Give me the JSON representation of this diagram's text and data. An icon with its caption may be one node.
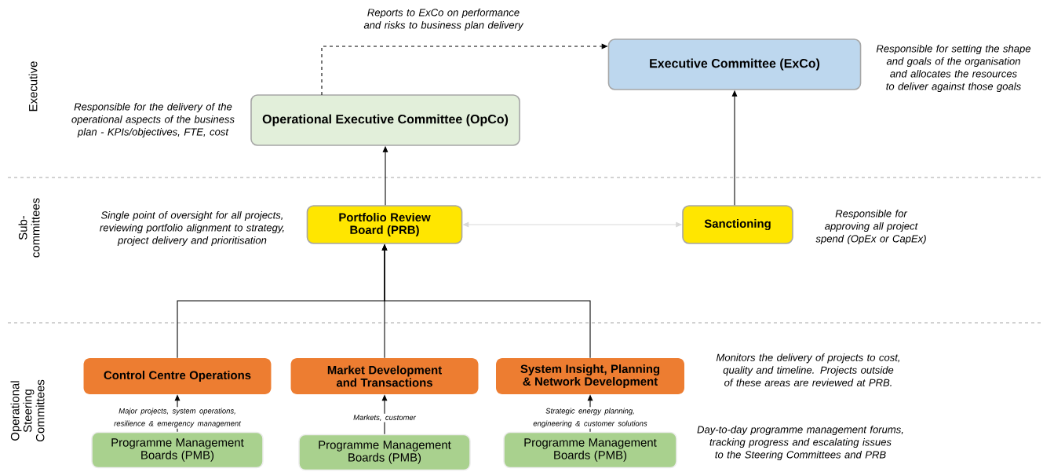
{
  "diagram": {
    "nodes": [
      {
        "text": [
          "Operational Executive Committee (OpCo)"
        ],
        "beside": [
          "Responsible for the delivery of the operational aspects of the business plan - KPIs/objectives, FTE, cost"
        ]
      },
      {
        "text": [
          "Executive Committee (ExCo)"
        ],
        "beside": [
          "Responsible for setting the shape and goals of the organisation and allocates the resources to deliver against those goals"
        ]
      },
      {
        "text": [
          "Portfolio Review Board (PRB)"
        ],
        "beside": [
          "Single point of oversight for all projects, reviewing portfolio alignment to strategy, project delivery and prioritisation"
        ]
      },
      {
        "text": [
          "Sanctioning"
        ],
        "beside": [
          "Responsible for approving all project spend (OpEx or CapEx)"
        ]
      },
      {
        "text": [
          "Control Centre Operations"
        ]
      },
      {
        "text": [
          "Market Development and Transactions"
        ]
      },
      {
        "text": [
          "System Insight, Planning & Network Development"
        ],
        "beside": [
          "Monitors the delivery of projects to cost, quality and timeline. Projects outside of these areas are reviewed at PRB."
        ]
      },
      {
        "text": [
          "Programme Management Boards (PMB)"
        ]
      },
      {
        "text": [
          "Programme Management Boards (PMB)"
        ]
      },
      {
        "text": [
          "Programme Management Boards (PMB)"
        ],
        "beside": [
          "Day-to-day programme management forums, tracking progress and escalating issues to the Steering Committees and PRB"
        ]
      }
    ],
    "edges": [
      {
        "from": 0,
        "to": 1,
        "arrow": "to",
        "style": "dashed",
        "label": "Reports to ExCo on performance and risks to business plan delivery"
      },
      {
        "from": 2,
        "to": 0,
        "arrow": "to"
      },
      {
        "from": 3,
        "to": 1,
        "arrow": "to"
      },
      {
        "from": 2,
        "to": 3,
        "arrow": "both",
        "color": "#d9d9d9"
      },
      {
        "from": 4,
        "to": 2,
        "arrow": "to"
      },
      {
        "from": 5,
        "to": 2,
        "arrow": "to"
      },
      {
        "from": 6,
        "to": 2,
        "arrow": "to"
      },
      {
        "from": 7,
        "to": 4,
        "arrow": "to",
        "label": "Major projects, system operations, resilience & emergency management"
      },
      {
        "from": 8,
        "to": 5,
        "arrow": "to",
        "label": "Markets, customer"
      },
      {
        "from": 9,
        "to": 6,
        "arrow": "to",
        "label": "Strategic energy planning, engineering & customer solutions"
      }
    ],
    "labels": [
      "Executive",
      "Sub- committees",
      "Operational Steering Committees"
    ]
  }
}
